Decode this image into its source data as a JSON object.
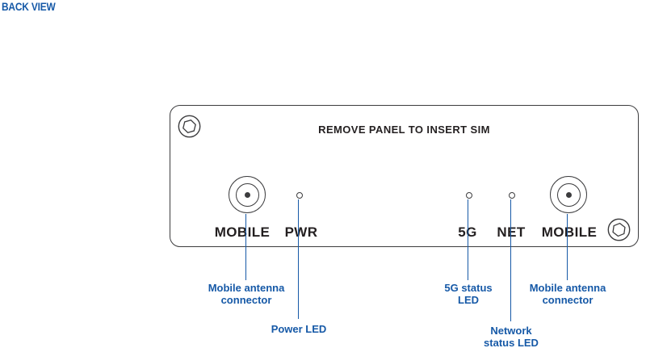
{
  "page": {
    "title": "BACK VIEW"
  },
  "panel": {
    "instruction": "REMOVE PANEL TO INSERT SIM",
    "labels": {
      "mobile_left": "MOBILE",
      "pwr": "PWR",
      "five_g": "5G",
      "net": "NET",
      "mobile_right": "MOBILE"
    }
  },
  "callouts": {
    "mobile_left": "Mobile antenna connector",
    "power": "Power LED",
    "five_g": "5G status LED",
    "network": "Network status LED",
    "mobile_right": "Mobile antenna connector"
  },
  "colors": {
    "accent": "#1659a7",
    "outline": "#3c3c3e",
    "text": "#231f20"
  }
}
